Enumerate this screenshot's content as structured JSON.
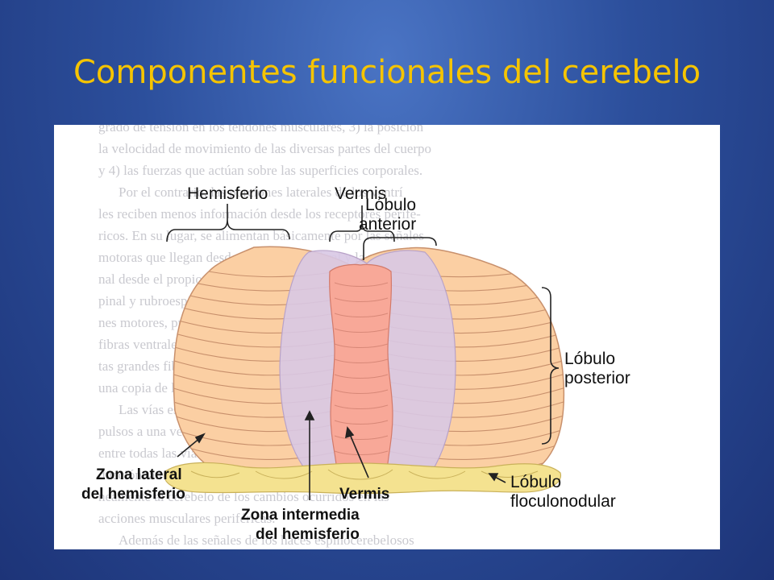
{
  "slide": {
    "title": "Componentes funcionales del cerebelo"
  },
  "diagram": {
    "labels": {
      "hemisferio": "Hemisferio",
      "vermis_top": "Vermis",
      "lobulo_anterior_1": "Lóbulo",
      "lobulo_anterior_2": "anterior",
      "lobulo_posterior_1": "Lóbulo",
      "lobulo_posterior_2": "posterior",
      "zona_lateral_1": "Zona lateral",
      "zona_lateral_2": "del hemisferio",
      "vermis_bottom": "Vermis",
      "zona_intermedia_1": "Zona intermedia",
      "zona_intermedia_2": "del hemisferio",
      "lobulo_floculonodular_1": "Lóbulo",
      "lobulo_floculonodular_2": "floculonodular"
    },
    "background_text": [
      "grado de tensión en los tendones musculares, 3) la posición",
      "la velocidad de movimiento de las diversas partes del cuerpo",
      "y 4) las fuerzas que actúan sobre las superficies corporales.",
      "Por el contrario, las porciones laterales de los ventrí",
      "les reciben menos información desde los receptores perifé-",
      "ricos. En su lugar, se alimentan básicamente por las señales",
      "motoras que llegan desde la corteza cerebral y la médula espi-",
      "nal desde el propio cerebelo hasta los núcleos del complejo",
      "pinal y rubroespinal que se proyectan hacia los núcleos",
      "nes motores, pues son vías de salida de los paquetes de",
      "fibras ventrales en su camino hacia el cerebelo desde las neuronas",
      "tas grandes fibras que forman una señal de retroalimentación",
      "una copia de la señal motora generada en el tronco encefálico.",
      "Las vías espinocerebelosas transmiten los potenciales de",
      "pulsos a una velocidad máxima de 120 m/s, la más rápida",
      "entre todas las vías del sistema nervioso central. Esta con-",
      "ducción tan rápida es importante para informar instantá-",
      "neamente al cerebelo de los cambios ocurridos en las",
      "acciones musculares periféricas.",
      "Además de las señales de los haces espinocerebelosos"
    ],
    "colors": {
      "lateral": "#fbcfa3",
      "lateral_stroke": "#c8906c",
      "intermediate": "#d8c8e4",
      "vermis": "#f8a898",
      "flocculonodular": "#f4e290",
      "label_text": "#111111",
      "background_text": "#c9c9cf"
    }
  }
}
